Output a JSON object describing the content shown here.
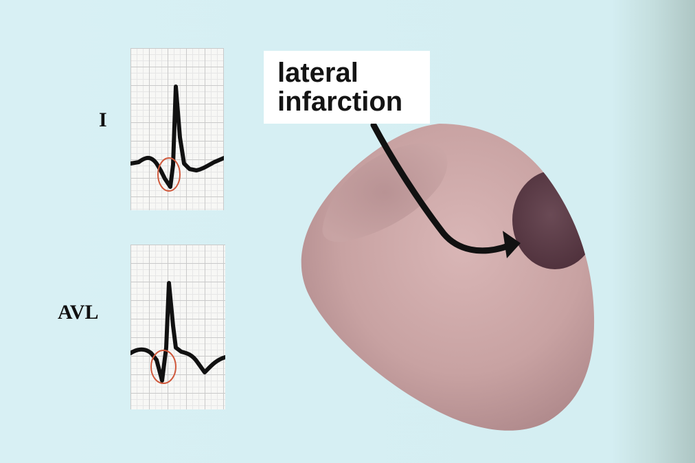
{
  "leads": [
    {
      "label": "I"
    },
    {
      "label": "AVL"
    }
  ],
  "callout": {
    "line1": "lateral",
    "line2": "infarction"
  },
  "colors": {
    "background": "#d6eef2",
    "heart": "#c7a3a3",
    "infarct_zone": "#5a3a44",
    "q_wave_highlight": "#d0593c",
    "ecg_trace": "#111111",
    "arrow": "#111111"
  },
  "icons": {
    "callout_pointer": "curved-arrow-icon"
  }
}
